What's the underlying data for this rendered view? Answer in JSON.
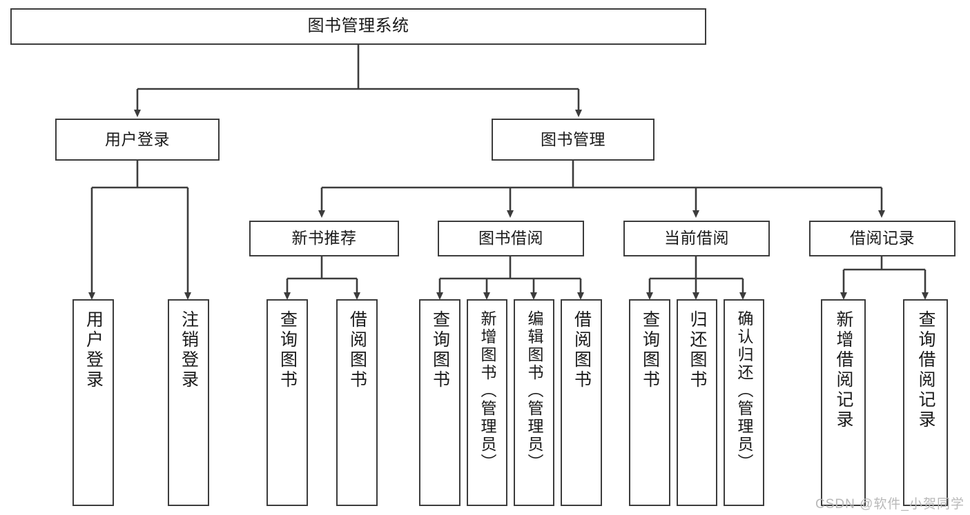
{
  "diagram": {
    "title": "图书管理系统",
    "type": "tree",
    "watermark": "CSDN @软件_小贺同学",
    "colors": {
      "box_border": "#3c3c3c",
      "box_fill": "#ffffff",
      "connector": "#3c3c3c",
      "text": "#1a1a1a",
      "watermark": "#b9b9b9"
    },
    "root": {
      "label": "图书管理系统"
    },
    "level1": [
      {
        "label": "用户登录"
      },
      {
        "label": "图书管理"
      }
    ],
    "level2": [
      {
        "label": "新书推荐"
      },
      {
        "label": "图书借阅"
      },
      {
        "label": "当前借阅"
      },
      {
        "label": "借阅记录"
      }
    ],
    "leaves": {
      "user_login": [
        {
          "label": "用户登录"
        },
        {
          "label": "注销登录"
        }
      ],
      "new_book": [
        {
          "label": "查询图书"
        },
        {
          "label": "借阅图书"
        }
      ],
      "book_borrow": [
        {
          "label": "查询图书"
        },
        {
          "label": "新增图书（管理员）"
        },
        {
          "label": "编辑图书（管理员）"
        },
        {
          "label": "借阅图书"
        }
      ],
      "current_borrow": [
        {
          "label": "查询图书"
        },
        {
          "label": "归还图书"
        },
        {
          "label": "确认归还（管理员）"
        }
      ],
      "borrow_record": [
        {
          "label": "新增借阅记录"
        },
        {
          "label": "查询借阅记录"
        }
      ]
    }
  }
}
